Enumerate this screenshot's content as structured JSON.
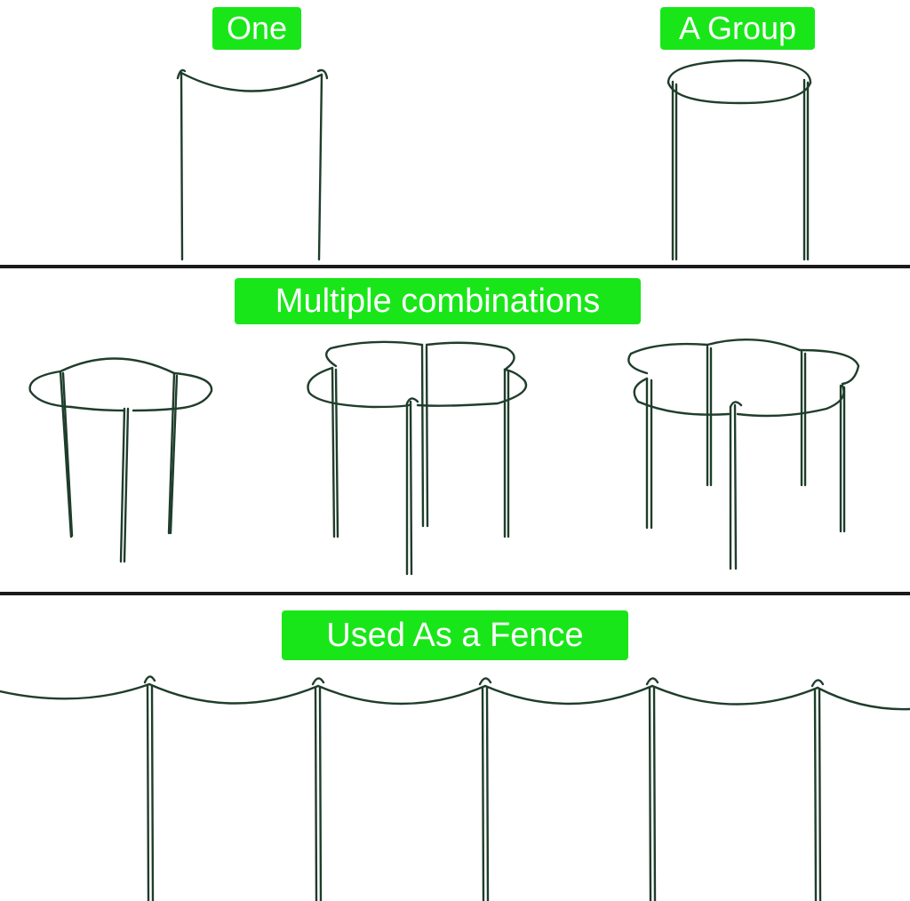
{
  "labels": {
    "one": "One",
    "group": "A Group",
    "multiple": "Multiple combinations",
    "fence": "Used As a Fence"
  },
  "colors": {
    "label_bg": "#19e619",
    "label_text": "#ffffff",
    "wire": "#1f3d2b",
    "divider": "#1a1a1a",
    "background": "#ffffff"
  }
}
